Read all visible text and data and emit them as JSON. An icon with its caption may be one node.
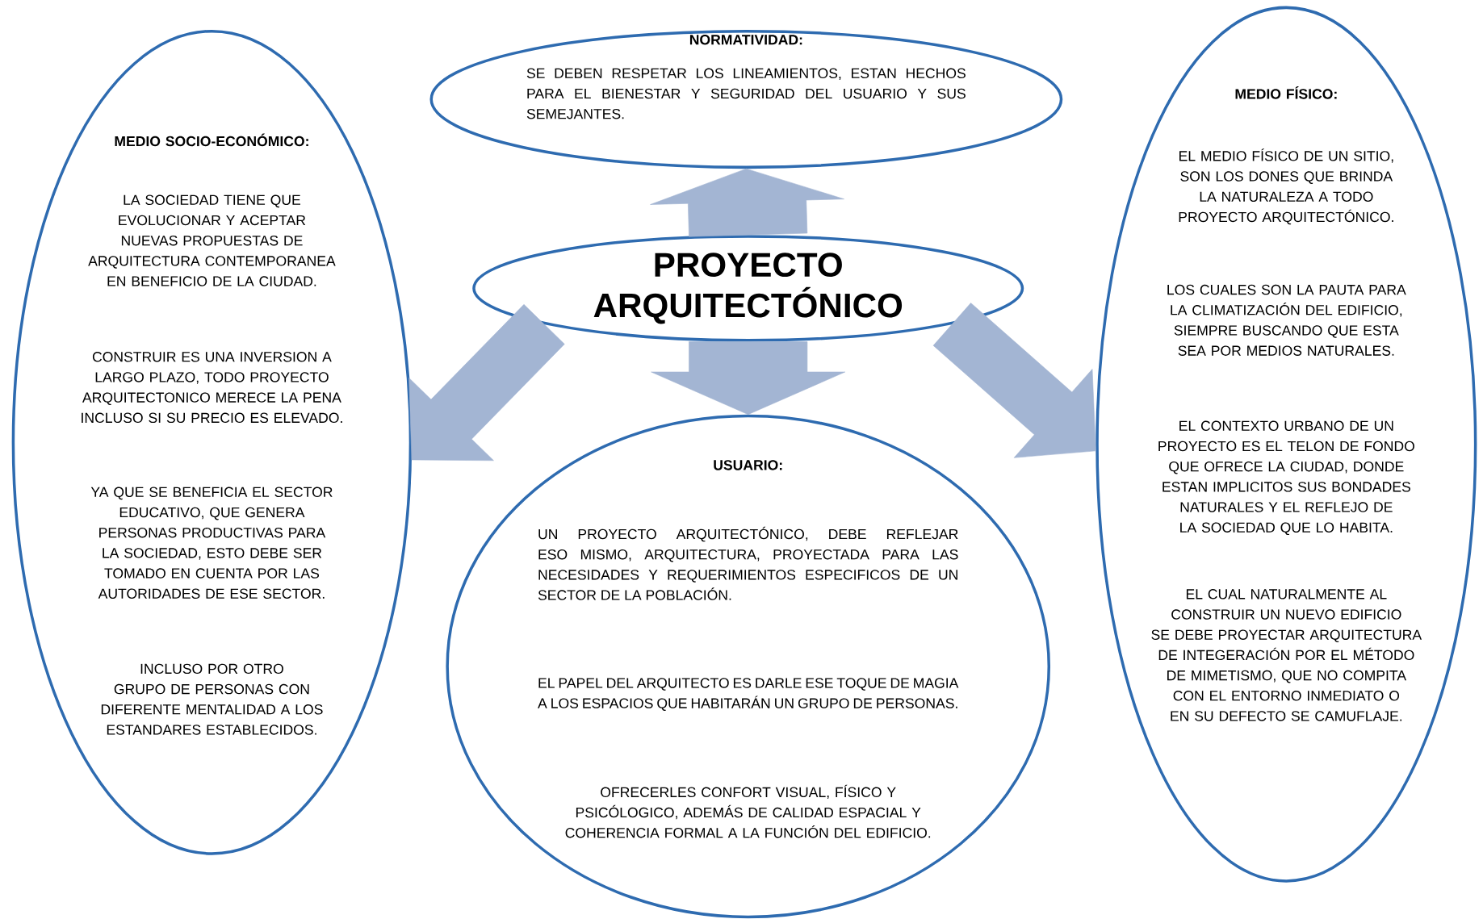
{
  "diagram": {
    "nodes": [
      {
        "text": [
          "NORMATIVIDAD:",
          "SE DEBEN RESPETAR LOS LINEAMIENTOS, ESTAN HECHOS PARA EL BIENESTAR Y SEGURIDAD DEL USUARIO Y SUS SEMEJANTES."
        ]
      },
      {
        "text": [
          "MEDIO SOCIO-ECONÓMICO:",
          "LA SOCIEDAD TIENE QUE EVOLUCIONAR Y ACEPTAR NUEVAS PROPUESTAS DE ARQUITECTURA CONTEMPORANEA EN BENEFICIO DE LA CIUDAD.",
          "CONSTRUIR ES UNA INVERSION A LARGO PLAZO, TODO PROYECTO ARQUITECTONICO MERECE LA PENA INCLUSO SI SU PRECIO ES ELEVADO.",
          "YA QUE SE BENEFICIA EL SECTOR EDUCATIVO, QUE GENERA PERSONAS PRODUCTIVAS PARA LA SOCIEDAD, ESTO DEBE SER TOMADO EN CUENTA POR LAS AUTORIDADES DE ESE SECTOR.",
          "INCLUSO POR OTRO GRUPO DE PERSONAS CON DIFERENTE MENTALIDAD A LOS ESTANDARES ESTABLECIDOS."
        ]
      },
      {
        "text": [
          "MEDIO FÍSICO:",
          "EL MEDIO FÍSICO DE UN SITIO, SON LOS DONES QUE BRINDA LA NATURALEZA A TODO PROYECTO ARQUITECTÓNICO.",
          "LOS CUALES SON LA PAUTA PARA LA CLIMATIZACIÓN DEL EDIFICIO, SIEMPRE BUSCANDO QUE ESTA SEA POR MEDIOS NATURALES.",
          "EL CONTEXTO URBANO DE UN PROYECTO ES EL TELON DE FONDO QUE OFRECE LA CIUDAD, DONDE ESTAN IMPLICITOS SUS BONDADES NATURALES Y EL REFLEJO DE LA SOCIEDAD QUE LO HABITA.",
          "EL CUAL NATURALMENTE AL CONSTRUIR UN NUEVO EDIFICIO SE DEBE PROYECTAR ARQUITECTURA DE INTEGERACIÓN POR EL MÉTODO DE MIMETISMO, QUE NO COMPITA CON EL ENTORNO INMEDIATO O EN SU DEFECTO SE CAMUFLAJE."
        ]
      },
      {
        "text": [
          "PROYECTO ARQUITECTÓNICO"
        ]
      },
      {
        "text": [
          "USUARIO:",
          "UN PROYECTO ARQUITECTÓNICO, DEBE REFLEJAR ESO MISMO, ARQUITECTURA, PROYECTADA PARA LAS NECESIDADES Y REQUERIMIENTOS ESPECIFICOS DE UN SECTOR DE LA POBLACIÓN.",
          "EL PAPEL DEL ARQUITECTO ES DARLE ESE TOQUE DE MAGIA A LOS ESPACIOS QUE HABITARÁN UN GRUPO DE PERSONAS.",
          "OFRECERLES CONFORT VISUAL, FÍSICO Y PSICÓLOGICO, ADEMÁS DE CALIDAD ESPACIAL Y COHERENCIA FORMAL A LA FUNCIÓN DEL EDIFICIO."
        ]
      }
    ],
    "edges": [
      {
        "from": 3,
        "to": 0,
        "arrow": "to",
        "style": "thick"
      },
      {
        "from": 3,
        "to": 1,
        "arrow": "to",
        "style": "thick"
      },
      {
        "from": 3,
        "to": 4,
        "arrow": "to",
        "style": "thick"
      },
      {
        "from": 3,
        "to": 2,
        "arrow": "to",
        "style": "thick"
      }
    ]
  }
}
